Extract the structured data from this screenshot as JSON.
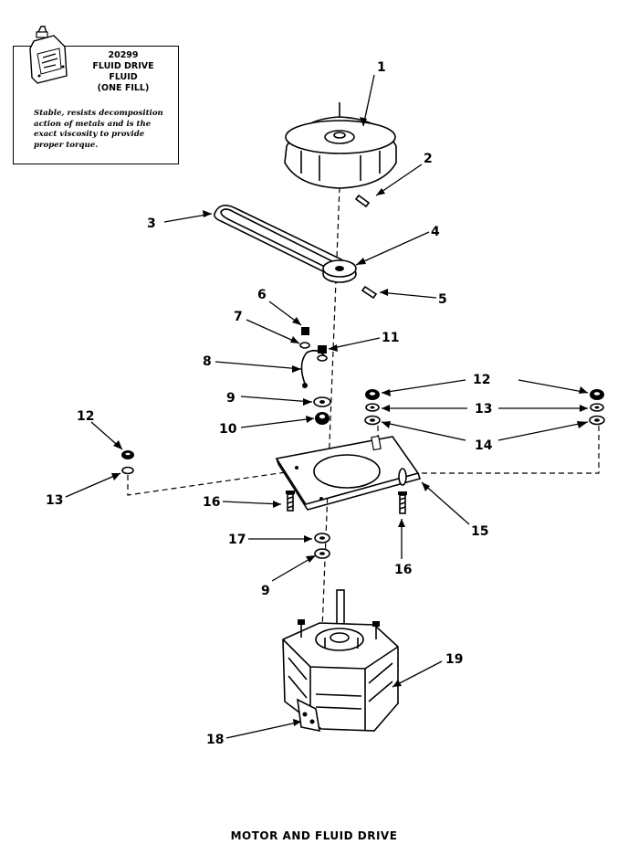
{
  "inset": {
    "code": "20299",
    "line1": "FLUID DRIVE",
    "line2": "FLUID",
    "line3": "(ONE FILL)",
    "description": "Stable, resists decomposition action of metals and is the exact viscosity to provide proper torque."
  },
  "callouts": [
    "1",
    "2",
    "3",
    "4",
    "5",
    "6",
    "7",
    "8",
    "9",
    "10",
    "11",
    "12",
    "13",
    "14",
    "15",
    "16",
    "17",
    "18",
    "19"
  ],
  "caption": "MOTOR AND FLUID DRIVE"
}
